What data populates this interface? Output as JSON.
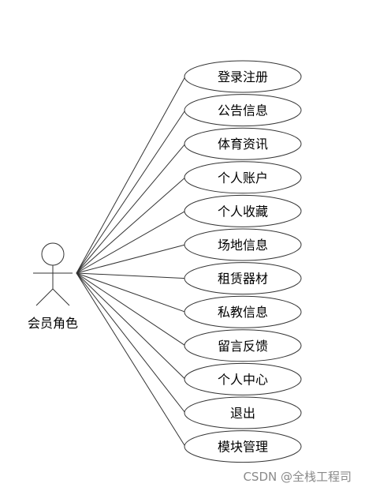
{
  "actor": {
    "label": "会员角色"
  },
  "use_cases": [
    "登录注册",
    "公告信息",
    "体育资讯",
    "个人账户",
    "个人收藏",
    "场地信息",
    "租赁器材",
    "私教信息",
    "留言反馈",
    "个人中心",
    "退出",
    "模块管理"
  ],
  "watermark": "CSDN @全栈工程司",
  "colors": {
    "stroke": "#333333",
    "ellipse_fill": "#ffffff",
    "text": "#000000",
    "watermark": "#8a8a8a"
  }
}
